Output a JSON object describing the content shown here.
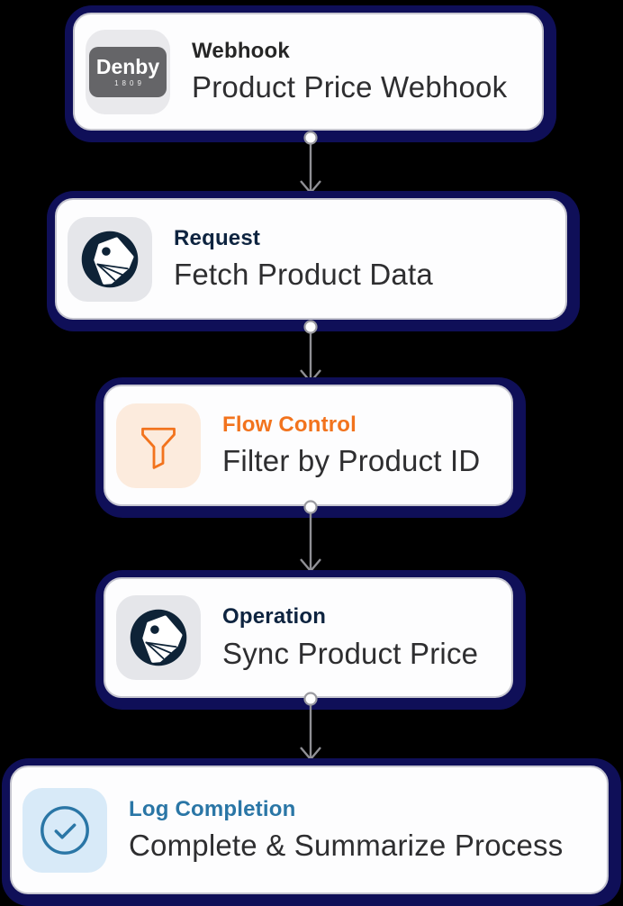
{
  "canvas": {
    "background": "#000000",
    "frame_color": "#0f0f58",
    "card_bg": "#fdfdfe",
    "card_border": "#c6c6d0",
    "title_color": "#2e2e30",
    "connector_color": "#909095",
    "port_fill": "#ffffff",
    "port_stroke": "#9a9aa0"
  },
  "nodes": [
    {
      "type_label": "Webhook",
      "title": "Product Price Webhook",
      "label_color": "#262626",
      "icon": "denby-logo",
      "icon_bg": "#e9e9ec",
      "icon_text": {
        "name": "Denby",
        "year": "1809"
      }
    },
    {
      "type_label": "Request",
      "title": "Fetch Product Data",
      "label_color": "#0e2440",
      "icon": "tag-logo",
      "icon_bg": "#e5e6ea",
      "icon_color": "#0e2337"
    },
    {
      "type_label": "Flow Control",
      "title": "Filter by Product ID",
      "label_color": "#f2731d",
      "icon": "funnel",
      "icon_bg": "#fcebdd",
      "icon_color": "#f2731d"
    },
    {
      "type_label": "Operation",
      "title": "Sync Product Price",
      "label_color": "#0e2440",
      "icon": "tag-logo",
      "icon_bg": "#e5e6ea",
      "icon_color": "#0e2337"
    },
    {
      "type_label": "Log Completion",
      "title": "Complete & Summarize Process",
      "label_color": "#2a76a6",
      "icon": "check-circle",
      "icon_bg": "#d8eaf8",
      "icon_color": "#2a76a6"
    }
  ]
}
